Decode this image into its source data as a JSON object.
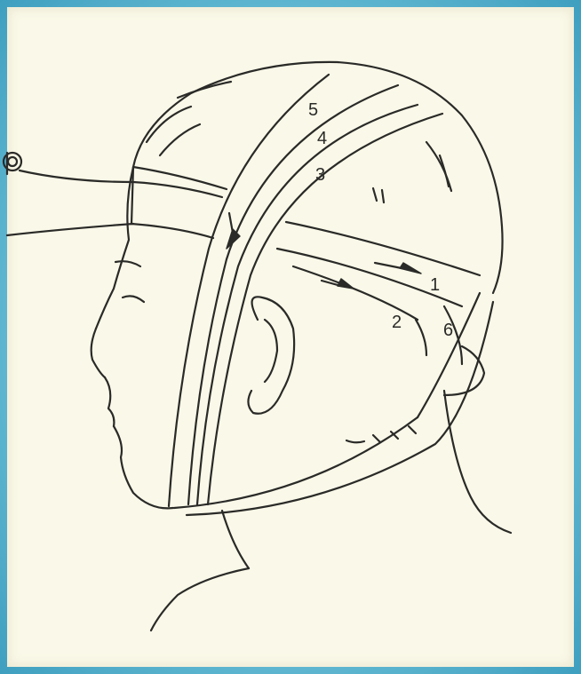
{
  "figure": {
    "colors": {
      "frame": "#5fb6cf",
      "paper": "#faf8e8",
      "ink": "#2a2a28"
    },
    "labels": {
      "l1": "1",
      "l2": "2",
      "l3": "3",
      "l4": "4",
      "l5": "5",
      "l6": "6"
    },
    "arrow_count": 3
  }
}
